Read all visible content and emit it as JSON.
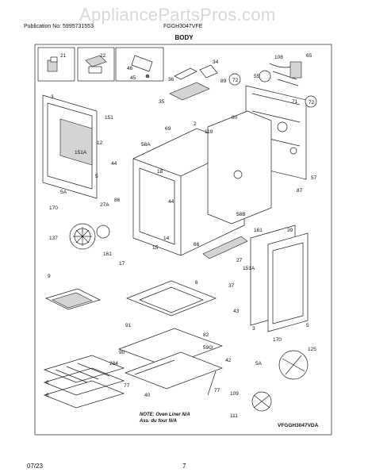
{
  "header": {
    "publication": "Publication No: 5995731553",
    "model": "FGGH3047VFE",
    "watermark": "AppliancePartsPros.com"
  },
  "section_title": "BODY",
  "footer": {
    "date": "07/23",
    "page": "7"
  },
  "notes": {
    "line1": "NOTE: Oven Liner N/A",
    "line2": "Ass. du four N/A"
  },
  "diagram_code": "VFGGH3047VDA",
  "parts": [
    "21",
    "22",
    "46",
    "45",
    "108",
    "65",
    "55",
    "34",
    "36",
    "89",
    "72",
    "35",
    "71",
    "72",
    "3",
    "151",
    "151A",
    "69",
    "2",
    "119",
    "60",
    "58A",
    "12",
    "44",
    "5",
    "57",
    "87",
    "5A",
    "86",
    "18",
    "170",
    "27A",
    "44",
    "58B",
    "39",
    "137",
    "161",
    "14",
    "15",
    "17",
    "161",
    "66",
    "27",
    "151A",
    "9",
    "37",
    "43",
    "3",
    "6",
    "91",
    "82",
    "59G",
    "42",
    "90",
    "284",
    "125",
    "5A",
    "170",
    "77",
    "5",
    "6",
    "6",
    "40",
    "77",
    "109",
    "111"
  ]
}
